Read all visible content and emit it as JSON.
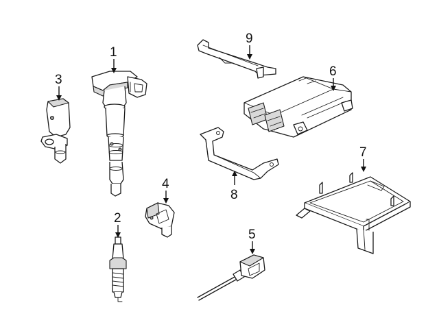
{
  "diagram": {
    "callouts": [
      {
        "id": "1",
        "label": "1"
      },
      {
        "id": "2",
        "label": "2"
      },
      {
        "id": "3",
        "label": "3"
      },
      {
        "id": "4",
        "label": "4"
      },
      {
        "id": "5",
        "label": "5"
      },
      {
        "id": "6",
        "label": "6"
      },
      {
        "id": "7",
        "label": "7"
      },
      {
        "id": "8",
        "label": "8"
      },
      {
        "id": "9",
        "label": "9"
      }
    ]
  },
  "colors": {
    "line": "#1a1a1a",
    "background": "#ffffff"
  }
}
